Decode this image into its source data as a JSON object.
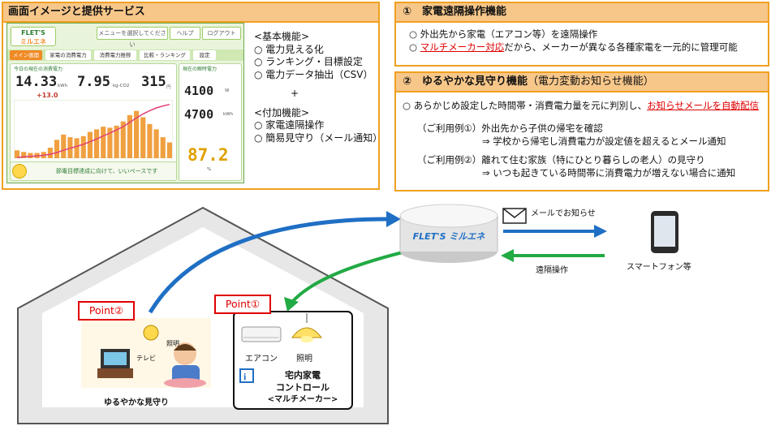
{
  "left_panel": {
    "title": "画面イメージと提供サービス",
    "features": [
      "<基本機能>",
      "○ 電力見える化",
      "○ ランキング・目標設定",
      "○ 電力データ抽出（CSV）",
      "+",
      "<付加機能>",
      "○ 家電遠隔操作",
      "○ 簡易見守り（メール通知）"
    ]
  },
  "screenshot": {
    "logo": [
      "FLET'S",
      "ミルエネ"
    ],
    "top_buttons": [
      "メニューを選択してください",
      "ヘルプ",
      "ログアウト"
    ],
    "tabs": [
      "メイン画面",
      "家電の消費電力",
      "消費電力推移",
      "比較・ランキング",
      "設定"
    ],
    "today_title": "今日の現在の消費電力",
    "values": {
      "kwh": "14.33",
      "co2": "7.95",
      "yen": "315",
      "pct": "+13.0",
      "unit_kwh": "kWh",
      "unit_co2": "kg-CO2",
      "unit_yen": "円"
    },
    "right_title": "現在の瞬時電力",
    "right_value": "4100",
    "right_unit": "W",
    "budget_value": "4700",
    "budget_unit": "kWh",
    "percent": "87.2",
    "percent_unit": "%",
    "footer_msg": "節電目標達成に向けて、いいペースです"
  },
  "panel1": {
    "title": "①　家電遠隔操作機能",
    "line1": "○ 外出先から家電（エアコン等）を遠隔操作",
    "line2_prefix": "○ ",
    "line2_red": "マルチメーカー対応",
    "line2_rest": "だから、メーカーが異なる各種家電を一元的に管理可能"
  },
  "panel2": {
    "title": "②　ゆるやかな見守り機能",
    "title_sub": "（電力変動お知らせ機能）",
    "line1_prefix": "○ あらかじめ設定した時間帯・消費電力量を元に判別し、",
    "line1_red": "お知らせメールを自動配信",
    "ex1_a": "（ご利用例①）外出先から子供の帰宅を確認",
    "ex1_b": "⇒ 学校から帰宅し消費電力が設定値を超えるとメール通知",
    "ex2_a": "（ご利用例②）離れて住む家族（特にひとり暮らしの老人）の見守り",
    "ex2_b": "⇒ いつも起きている時間帯に消費電力が増えない場合に通知"
  },
  "bottom": {
    "cloud_logo": "FLET'S ミルエネ",
    "mail_label": "メールでお知らせ",
    "remote_label": "遠隔操作",
    "phone_label": "スマートフォン等",
    "point2": "Point②",
    "point1": "Point①",
    "room1_caption": "ゆるやかな見守り",
    "room1_light": "照明",
    "room1_tv": "テレビ",
    "aircon": "エアコン",
    "light": "照明",
    "control_line1": "宅内家電",
    "control_line2": "コントロール",
    "control_line3": "<マルチメーカー>"
  },
  "colors": {
    "orange_border": "#f0a020",
    "orange_fill": "#f7c78a",
    "blue_arrow": "#1f6fc4",
    "green_arrow": "#22aa44",
    "red": "#e00000"
  }
}
